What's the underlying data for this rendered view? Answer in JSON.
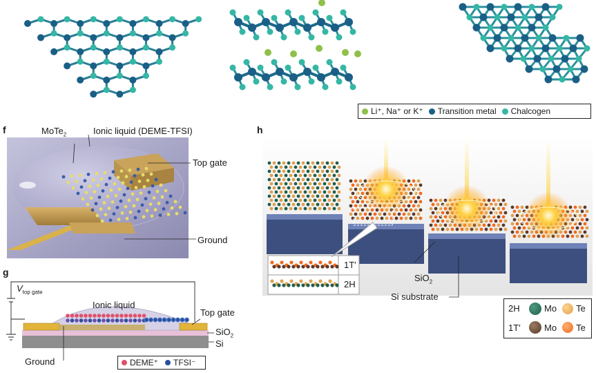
{
  "top_legend": {
    "items": [
      {
        "label": "Li⁺, Na⁺ or K⁺",
        "color": "#8fc04a"
      },
      {
        "label": "Transition metal",
        "color": "#1a5f86"
      },
      {
        "label": "Chalcogen",
        "color": "#35b7a5"
      }
    ]
  },
  "panel_f": {
    "letter": "f",
    "mote2": "MoTe",
    "mote2_sub": "2",
    "ionic_liquid": "Ionic liquid (DEME-TFSI)",
    "top_gate": "Top gate",
    "ground": "Ground"
  },
  "panel_g": {
    "letter": "g",
    "vgate": "V",
    "vgate_sub": "top gate",
    "ionic_liquid": "Ionic liquid",
    "top_gate": "Top gate",
    "sio2": "SiO",
    "sio2_sub": "2",
    "si": "Si",
    "ground": "Ground",
    "legend": [
      {
        "label": "DEME⁺",
        "color": "#e0506a"
      },
      {
        "label": "TFSI⁻",
        "color": "#2a4f9e"
      }
    ]
  },
  "panel_h": {
    "letter": "h",
    "inset_top": "1T′",
    "inset_bottom": "2H",
    "sio2": "SiO",
    "sio2_sub": "2",
    "si_substrate": "Si substrate",
    "legend_rows": [
      {
        "phase": "2H",
        "mo_label": "Mo",
        "mo_color": "#1f5e4a",
        "te_label": "Te",
        "te_color": "#e0a050"
      },
      {
        "phase": "1T′",
        "mo_label": "Mo",
        "mo_color": "#5a3a2a",
        "te_label": "Te",
        "te_color": "#f06a20"
      }
    ]
  },
  "colors": {
    "metal": "#1a5f86",
    "chalcogen": "#35b7a5",
    "alkali": "#8fc04a",
    "gold": "#c8a050",
    "substrate": "#3d4f7e"
  }
}
